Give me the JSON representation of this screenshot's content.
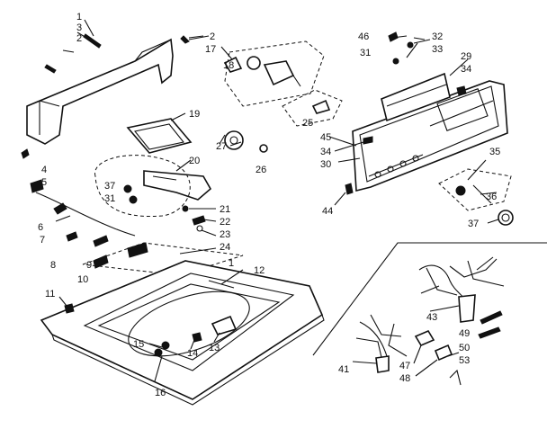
{
  "labels": [
    {
      "id": "l1",
      "text": "1"
    },
    {
      "id": "l3",
      "text": "3"
    },
    {
      "id": "l2a",
      "text": "2"
    },
    {
      "id": "l2b",
      "text": "2"
    },
    {
      "id": "l17",
      "text": "17"
    },
    {
      "id": "l18",
      "text": "18"
    },
    {
      "id": "l46",
      "text": "46"
    },
    {
      "id": "l32",
      "text": "32"
    },
    {
      "id": "l31",
      "text": "31"
    },
    {
      "id": "l33",
      "text": "33"
    },
    {
      "id": "l29",
      "text": "29"
    },
    {
      "id": "l34a",
      "text": "34"
    },
    {
      "id": "l25",
      "text": "25"
    },
    {
      "id": "l45",
      "text": "45"
    },
    {
      "id": "l34b",
      "text": "34"
    },
    {
      "id": "l30",
      "text": "30"
    },
    {
      "id": "l35",
      "text": "35"
    },
    {
      "id": "l36",
      "text": "36"
    },
    {
      "id": "l37",
      "text": "37"
    },
    {
      "id": "l44",
      "text": "44"
    },
    {
      "id": "l19",
      "text": "19"
    },
    {
      "id": "l27",
      "text": "27"
    },
    {
      "id": "l20",
      "text": "20"
    },
    {
      "id": "l26",
      "text": "26"
    },
    {
      "id": "l4",
      "text": "4"
    },
    {
      "id": "l5",
      "text": "5"
    },
    {
      "id": "l37b",
      "text": "37"
    },
    {
      "id": "l31b",
      "text": "31"
    },
    {
      "id": "l21",
      "text": "21"
    },
    {
      "id": "l22",
      "text": "22"
    },
    {
      "id": "l23",
      "text": "23"
    },
    {
      "id": "l24",
      "text": "24"
    },
    {
      "id": "l6",
      "text": "6"
    },
    {
      "id": "l7",
      "text": "7"
    },
    {
      "id": "l8",
      "text": "8"
    },
    {
      "id": "l9",
      "text": "9"
    },
    {
      "id": "l10",
      "text": "10"
    },
    {
      "id": "l1b",
      "text": "1"
    },
    {
      "id": "l12",
      "text": "12"
    },
    {
      "id": "l11",
      "text": "11"
    },
    {
      "id": "l13",
      "text": "13"
    },
    {
      "id": "l14",
      "text": "14"
    },
    {
      "id": "l15",
      "text": "15"
    },
    {
      "id": "l16",
      "text": "16"
    },
    {
      "id": "l43",
      "text": "43"
    },
    {
      "id": "l41",
      "text": "41"
    },
    {
      "id": "l47",
      "text": "47"
    },
    {
      "id": "l48",
      "text": "48"
    },
    {
      "id": "l49",
      "text": "49"
    },
    {
      "id": "l50",
      "text": "50"
    },
    {
      "id": "l53",
      "text": "53"
    }
  ]
}
